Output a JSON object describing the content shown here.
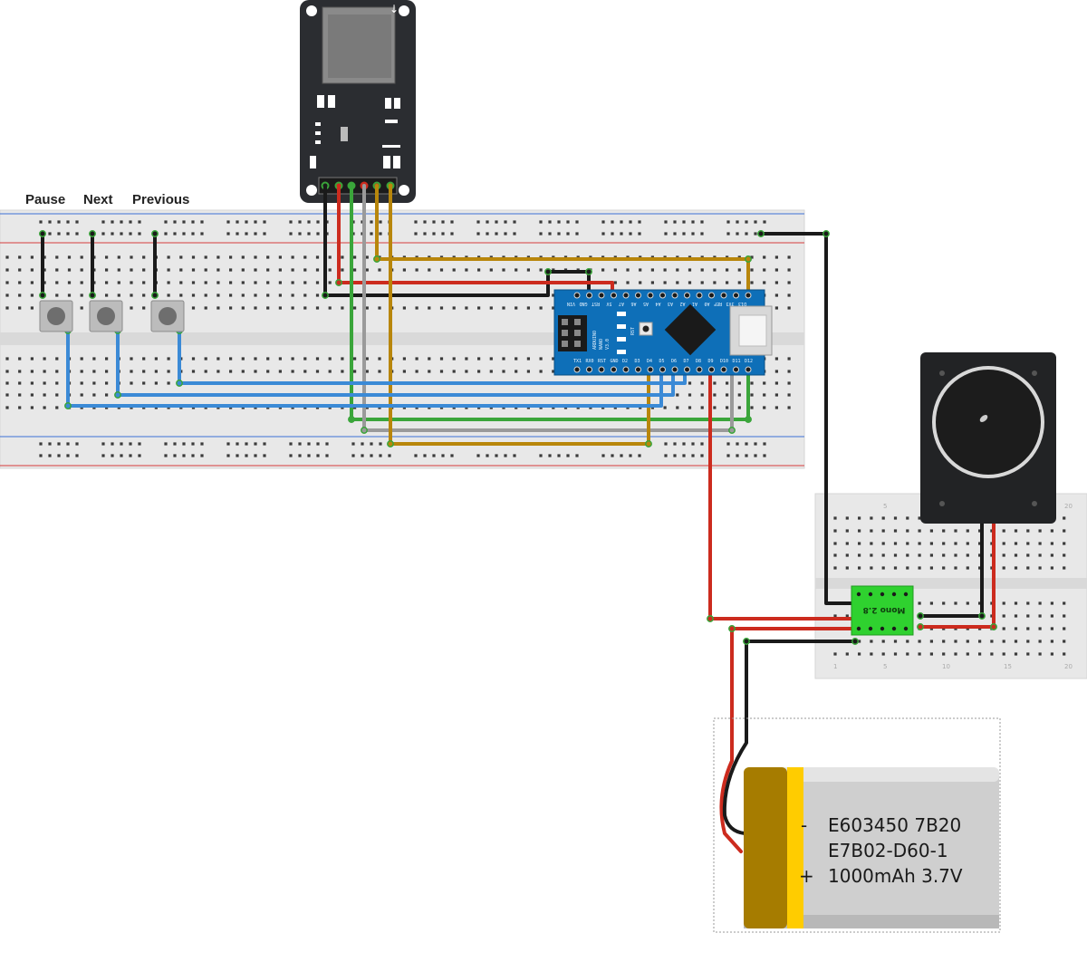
{
  "buttons": [
    {
      "id": "pause",
      "label": "Pause"
    },
    {
      "id": "next",
      "label": "Next"
    },
    {
      "id": "previous",
      "label": "Previous"
    }
  ],
  "battery": {
    "line1": "E603450 7B20",
    "line2": "E7B02-D60-1",
    "line3": "1000mAh 3.7V",
    "minus": "-",
    "plus": "+"
  },
  "amplifier": {
    "label": "Mono 2.8"
  },
  "nano": {
    "brand": "ARDUINO",
    "model": "NANO",
    "version": "V3.0",
    "rst": "RST",
    "top_pins": [
      "D12",
      "D11",
      "D10",
      "D9",
      "D8",
      "D7",
      "D6",
      "D5",
      "D4",
      "D3",
      "D2",
      "GND",
      "RST",
      "RX0",
      "TX1"
    ],
    "bottom_pins": [
      "D13",
      "3V3",
      "REF",
      "A0",
      "A1",
      "A2",
      "A3",
      "A4",
      "A5",
      "A6",
      "A7",
      "5V",
      "RST",
      "GND",
      "VIN"
    ]
  },
  "colors": {
    "wire_red": "#cc2b1e",
    "wire_green": "#3aa53a",
    "wire_blue": "#3b8ad6",
    "wire_black": "#1a1a1a",
    "wire_orange": "#b8860b",
    "wire_gray": "#9a9a9a",
    "nano_blue": "#0e6fb8",
    "breadboard": "#e9e9e9",
    "amp_green": "#2fd12f"
  }
}
